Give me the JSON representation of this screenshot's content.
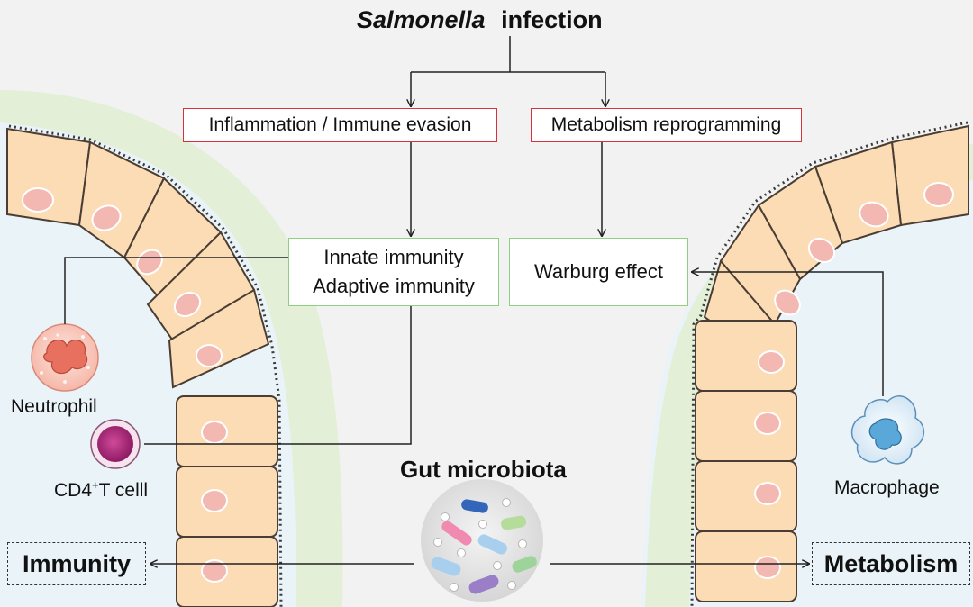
{
  "title": {
    "italic": "Salmonella",
    "rest": "infection"
  },
  "boxes": {
    "inflammation": "Inflammation / Immune evasion",
    "metabolism_reprogramming": "Metabolism reprogramming",
    "innate": "Innate immunity",
    "adaptive": "Adaptive immunity",
    "warburg": "Warburg effect",
    "immunity": "Immunity",
    "metabolism": "Metabolism"
  },
  "cells": {
    "neutrophil": "Neutrophil",
    "cd4_prefix": "CD4",
    "cd4_sup": "+",
    "cd4_suffix": "T celll",
    "macrophage": "Macrophage",
    "microbiota": "Gut microbiota"
  },
  "colors": {
    "epithelium": "#fbdcb5",
    "nucleus": "#f4b8b2",
    "mucus": "#e3efd6",
    "lumen": "#eaf3f8",
    "red_border": "#d9303a",
    "green_border": "#8fd07e"
  }
}
